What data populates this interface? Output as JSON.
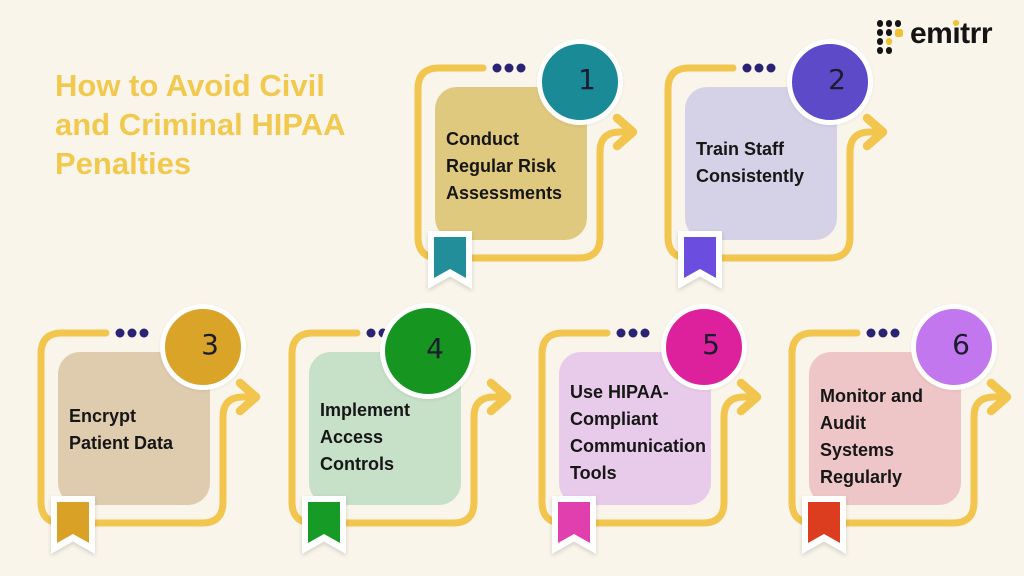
{
  "page": {
    "background": "#FAF5EB"
  },
  "title": {
    "text": "How to Avoid Civil\nand Criminal HIPAA\nPenalties",
    "color": "#F2C94F"
  },
  "logo": {
    "brand_pre": "em",
    "brand_i": "i",
    "brand_post": "trr",
    "icon": "emitrr-dot-grid-icon",
    "icon_black": "#141414",
    "icon_yellow": "#F2C12E"
  },
  "decor": {
    "outline_color": "#F2C54E",
    "dots_color": "#2A2272",
    "arrow_icon": "arrow-right",
    "bookmark_icon": "bookmark-ribbon"
  },
  "cards": [
    {
      "number": "1",
      "title": "Conduct\nRegular Risk\nAssessments",
      "card_color": "#DFC97E",
      "circle_color": "#1A8A96",
      "bookmark_color": "#218E99"
    },
    {
      "number": "2",
      "title": "Train Staff\nConsistently",
      "card_color": "#D5D1E6",
      "circle_color": "#5D4AC9",
      "bookmark_color": "#6B4EE0"
    },
    {
      "number": "3",
      "title": "Encrypt\nPatient Data",
      "card_color": "#DFCBAE",
      "circle_color": "#D9A427",
      "bookmark_color": "#D9A125"
    },
    {
      "number": "4",
      "title": "Implement\nAccess\nControls",
      "card_color": "#C7E0C8",
      "circle_color": "#169621",
      "bookmark_color": "#169B27"
    },
    {
      "number": "5",
      "title": "Use HIPAA-\nCompliant\nCommunication\nTools",
      "card_color": "#E8CBEA",
      "circle_color": "#DD219D",
      "bookmark_color": "#E23FAE"
    },
    {
      "number": "6",
      "title": "Monitor and\nAudit\nSystems\nRegularly",
      "card_color": "#EFC6C7",
      "circle_color": "#C377EE",
      "bookmark_color": "#DC3D1E"
    }
  ]
}
